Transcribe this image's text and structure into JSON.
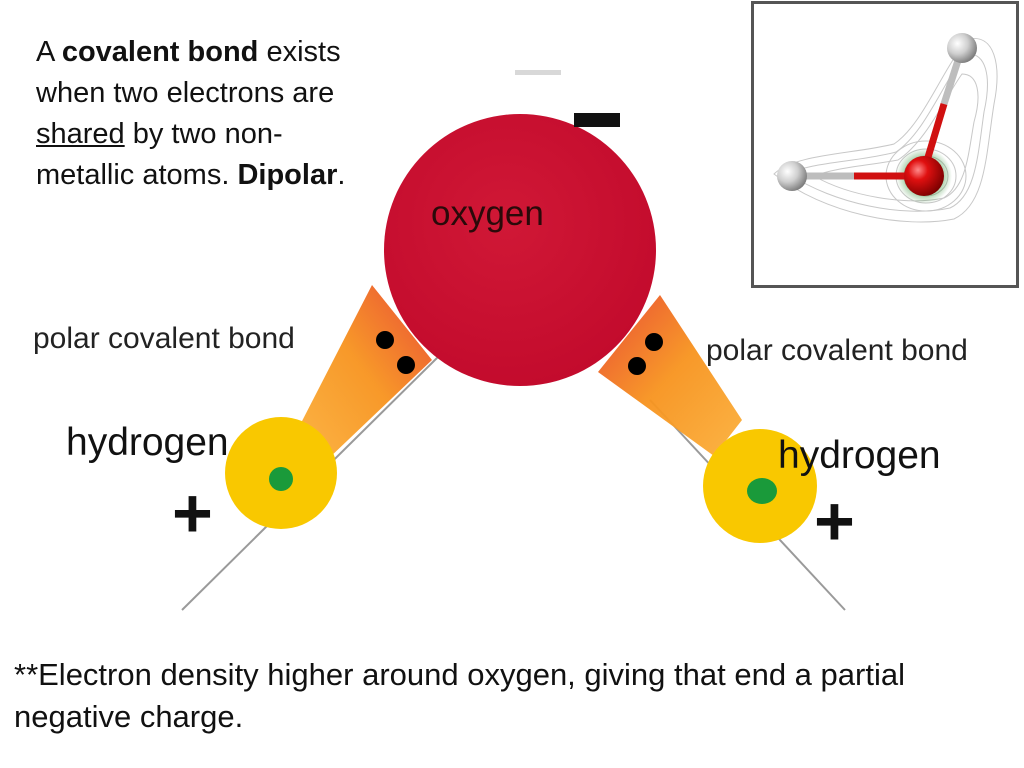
{
  "intro": {
    "part1": "A ",
    "bold1": "covalent bond",
    "part2": " exists when two electrons are ",
    "underlined": "shared",
    "part3": " by two non-metallic atoms. ",
    "bold2": "Dipolar",
    "part4": "."
  },
  "labels": {
    "oxygen": "oxygen",
    "bond_left": "polar covalent bond",
    "bond_right": "polar covalent bond",
    "hydrogen_left": "hydrogen",
    "hydrogen_right": "hydrogen",
    "minus": "-",
    "plus_left": "+",
    "plus_right": "+"
  },
  "footer": "**Electron density higher around oxygen, giving that end a partial negative charge.",
  "colors": {
    "oxygen": "#c8102e",
    "hydrogen": "#f9c800",
    "bond": "#f7931e",
    "electron_dot": "#000000",
    "nucleus_dot": "#1a9a3a"
  }
}
